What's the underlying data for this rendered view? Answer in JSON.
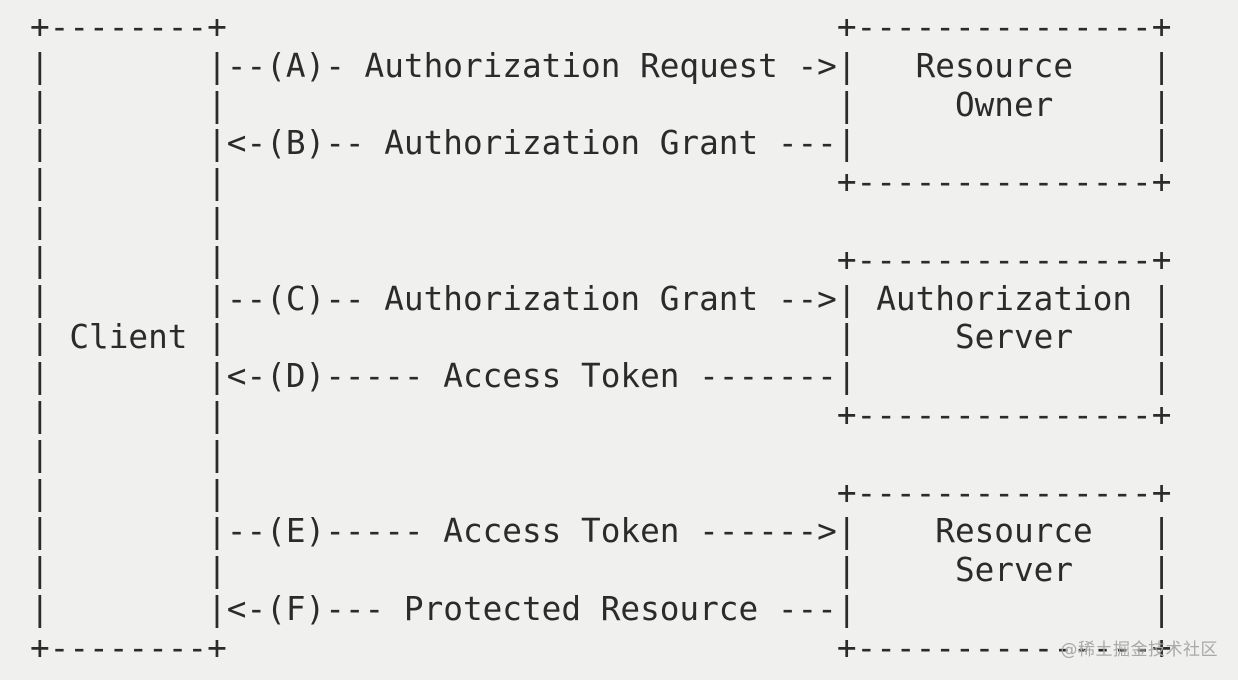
{
  "diagram": {
    "lines": [
      "+--------+                               +---------------+",
      "|        |--(A)- Authorization Request ->|   Resource    |",
      "|        |                               |     Owner     |",
      "|        |<-(B)-- Authorization Grant ---|               |",
      "|        |                               +---------------+",
      "|        |",
      "|        |                               +---------------+",
      "|        |--(C)-- Authorization Grant -->| Authorization |",
      "| Client |                               |     Server    |",
      "|        |<-(D)----- Access Token -------|               |",
      "|        |                               +---------------+",
      "|        |",
      "|        |                               +---------------+",
      "|        |--(E)----- Access Token ------>|    Resource   |",
      "|        |                               |     Server    |",
      "|        |<-(F)--- Protected Resource ---|               |",
      "+--------+                               +---------------+"
    ]
  },
  "watermark": "@稀土掘金技术社区"
}
